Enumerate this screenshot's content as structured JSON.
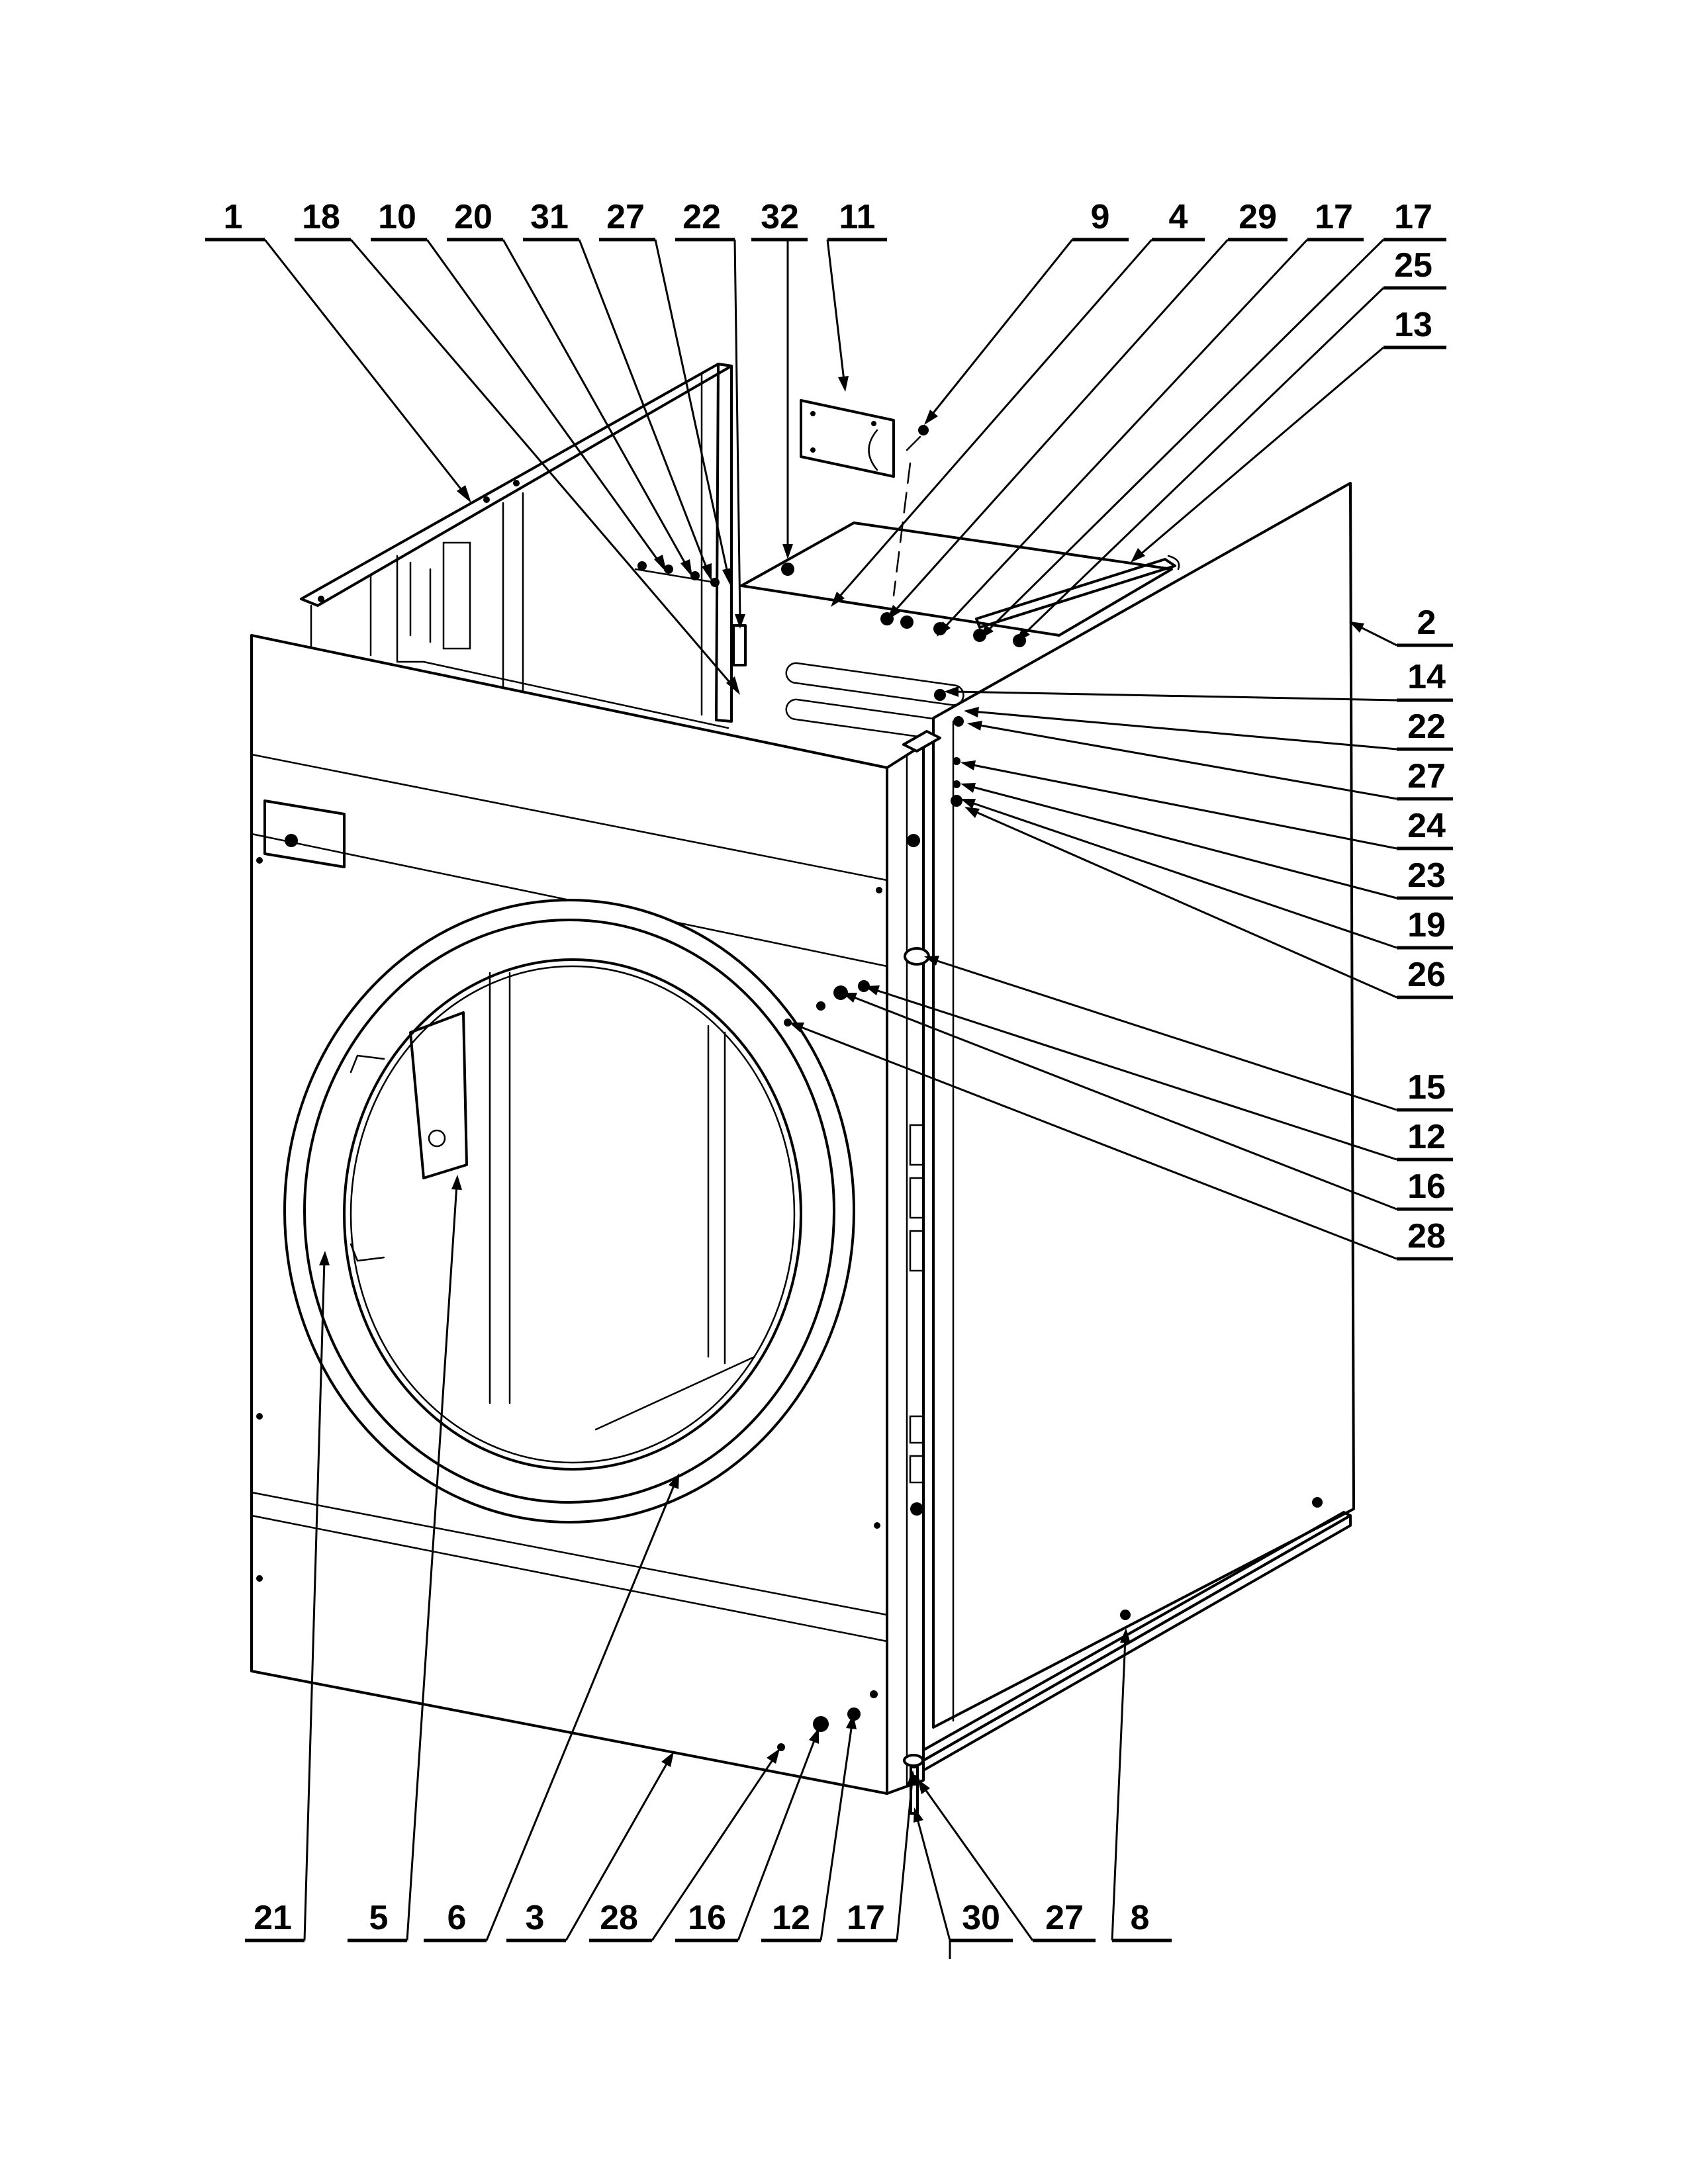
{
  "diagram": {
    "callouts": [
      {
        "id": "c1",
        "label": "1"
      },
      {
        "id": "c18",
        "label": "18"
      },
      {
        "id": "c10",
        "label": "10"
      },
      {
        "id": "c20",
        "label": "20"
      },
      {
        "id": "c31",
        "label": "31"
      },
      {
        "id": "c27a",
        "label": "27"
      },
      {
        "id": "c22a",
        "label": "22"
      },
      {
        "id": "c32",
        "label": "32"
      },
      {
        "id": "c11",
        "label": "11"
      },
      {
        "id": "c9",
        "label": "9"
      },
      {
        "id": "c4",
        "label": "4"
      },
      {
        "id": "c29",
        "label": "29"
      },
      {
        "id": "c17a",
        "label": "17"
      },
      {
        "id": "c17b",
        "label": "17"
      },
      {
        "id": "c25",
        "label": "25"
      },
      {
        "id": "c13",
        "label": "13"
      },
      {
        "id": "c2",
        "label": "2"
      },
      {
        "id": "c14",
        "label": "14"
      },
      {
        "id": "c22b",
        "label": "22"
      },
      {
        "id": "c27b",
        "label": "27"
      },
      {
        "id": "c24",
        "label": "24"
      },
      {
        "id": "c23",
        "label": "23"
      },
      {
        "id": "c19",
        "label": "19"
      },
      {
        "id": "c26",
        "label": "26"
      },
      {
        "id": "c15",
        "label": "15"
      },
      {
        "id": "c12a",
        "label": "12"
      },
      {
        "id": "c16a",
        "label": "16"
      },
      {
        "id": "c28a",
        "label": "28"
      },
      {
        "id": "c21",
        "label": "21"
      },
      {
        "id": "c5",
        "label": "5"
      },
      {
        "id": "c6",
        "label": "6"
      },
      {
        "id": "c3",
        "label": "3"
      },
      {
        "id": "c28b",
        "label": "28"
      },
      {
        "id": "c16b",
        "label": "16"
      },
      {
        "id": "c12b",
        "label": "12"
      },
      {
        "id": "c17c",
        "label": "17"
      },
      {
        "id": "c30",
        "label": "30"
      },
      {
        "id": "c27c",
        "label": "27"
      },
      {
        "id": "c8",
        "label": "8"
      }
    ]
  }
}
